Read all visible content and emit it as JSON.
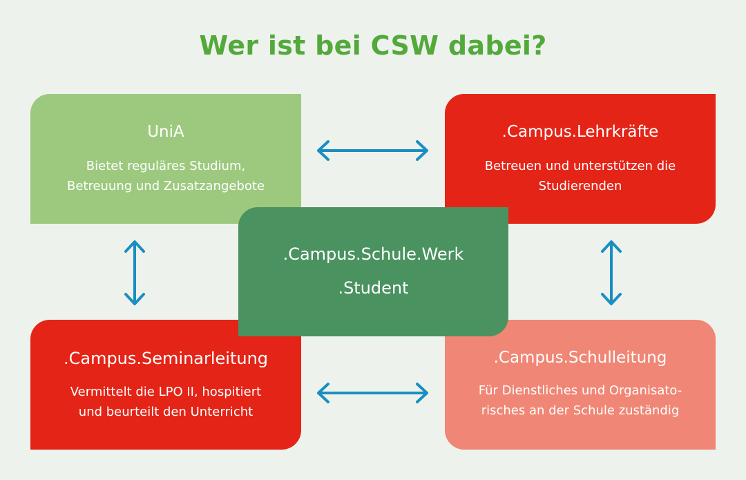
{
  "title": "Wer ist bei CSW dabei?",
  "colors": {
    "title": "#53a93b",
    "unia": "#9dc97e",
    "lehrkraefte": "#e42417",
    "seminarleitung": "#e42417",
    "schulleitung": "#f08675",
    "center": "#4a9260",
    "arrow": "#1a8ec2"
  },
  "boxes": {
    "unia": {
      "heading": "UniA",
      "lines": [
        "Bietet reguläres Studium,",
        "Betreuung und Zusatzangebote"
      ]
    },
    "lehrkraefte": {
      "heading": ".Campus.Lehrkräfte",
      "lines": [
        "Betreuen und unterstützen die",
        "Studierenden"
      ]
    },
    "seminarleitung": {
      "heading": ".Campus.Seminarleitung",
      "lines": [
        "Vermittelt die LPO II, hospitiert",
        "und beurteilt den Unterricht"
      ]
    },
    "schulleitung": {
      "heading": ".Campus.Schulleitung",
      "lines": [
        "Für Dienstliches und Organisato-",
        "risches an der Schule zuständig"
      ]
    },
    "center": {
      "line1": ".Campus.Schule.Werk",
      "line2": ".Student"
    }
  },
  "arrows": [
    {
      "from": "UniA",
      "to": ".Campus.Lehrkräfte",
      "direction": "bidirectional"
    },
    {
      "from": "UniA",
      "to": ".Campus.Seminarleitung",
      "direction": "bidirectional"
    },
    {
      "from": ".Campus.Lehrkräfte",
      "to": ".Campus.Schulleitung",
      "direction": "bidirectional"
    },
    {
      "from": ".Campus.Seminarleitung",
      "to": ".Campus.Schulleitung",
      "direction": "bidirectional"
    }
  ]
}
